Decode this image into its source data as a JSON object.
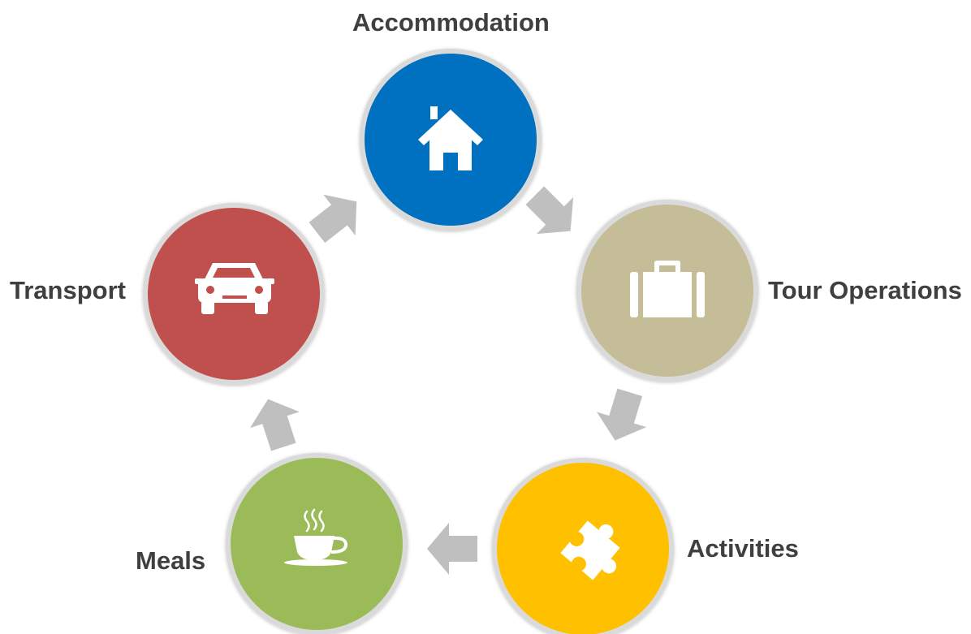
{
  "nodes": [
    {
      "id": "accommodation",
      "label": "Accommodation",
      "icon": "house-icon",
      "color": "#0070C0"
    },
    {
      "id": "tour-operations",
      "label": "Tour Operations",
      "icon": "suitcase-icon",
      "color": "#C4BD97"
    },
    {
      "id": "activities",
      "label": "Activities",
      "icon": "puzzle-piece-icon",
      "color": "#FFC000"
    },
    {
      "id": "meals",
      "label": "Meals",
      "icon": "coffee-cup-icon",
      "color": "#9BBB59"
    },
    {
      "id": "transport",
      "label": "Transport",
      "icon": "car-icon",
      "color": "#C0504D"
    }
  ],
  "edges": [
    {
      "from": "accommodation",
      "to": "tour-operations"
    },
    {
      "from": "tour-operations",
      "to": "activities"
    },
    {
      "from": "activities",
      "to": "meals"
    },
    {
      "from": "meals",
      "to": "transport"
    },
    {
      "from": "transport",
      "to": "accommodation"
    }
  ],
  "arrow_color": "#BFBFBF"
}
